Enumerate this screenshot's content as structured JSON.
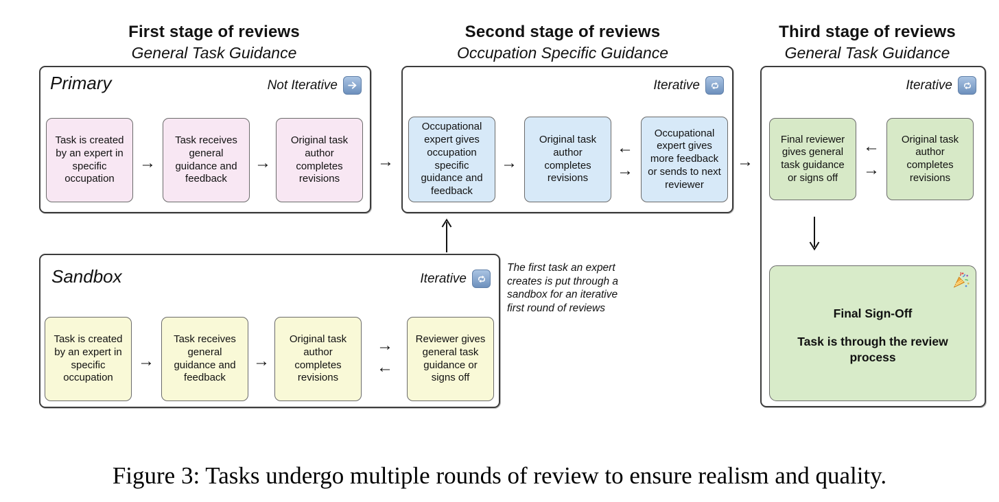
{
  "headers": [
    {
      "title": "First stage of reviews",
      "subtitle": "General Task Guidance"
    },
    {
      "title": "Second stage of reviews",
      "subtitle": "Occupation Specific Guidance"
    },
    {
      "title": "Third stage of reviews",
      "subtitle": "General Task Guidance"
    }
  ],
  "primary": {
    "label": "Primary",
    "mode_label": "Not Iterative",
    "mode_icon": "right-arrow-button",
    "nodes": [
      "Task is created by an expert in specific occupation",
      "Task receives general guidance and feedback",
      "Original task author completes revisions"
    ]
  },
  "second": {
    "mode_label": "Iterative",
    "mode_icon": "repeat-button",
    "nodes": [
      "Occupational expert gives occupation specific guidance and feedback",
      "Original task author completes revisions",
      "Occupational expert gives more feedback or sends to next reviewer"
    ]
  },
  "third": {
    "mode_label": "Iterative",
    "mode_icon": "repeat-button",
    "nodes": [
      "Final reviewer gives general task guidance or signs off",
      "Original task author completes revisions"
    ]
  },
  "sandbox": {
    "label": "Sandbox",
    "mode_label": "Iterative",
    "mode_icon": "repeat-button",
    "nodes": [
      "Task is created by an expert in specific occupation",
      "Task receives general guidance and feedback",
      "Original task author completes revisions",
      "Reviewer gives general task guidance or signs off"
    ]
  },
  "note": "The first task an expert creates is put through a sandbox for an iterative first round of reviews",
  "final_box": {
    "title": "Final Sign-Off",
    "body": "Task is through the review process",
    "emoji": "party-popper"
  },
  "caption": "Figure 3: Tasks undergo multiple rounds of review to ensure realism and quality.",
  "glyphs": {
    "arrow_right": "→",
    "arrow_left": "←"
  },
  "colors": {
    "node_pink": "#f8e7f3",
    "node_blue": "#d7e9f8",
    "node_green": "#d7e9c7",
    "node_yellow": "#f9f9d7",
    "final_green": "#d8ebc9",
    "container_border": "#3c3c3c",
    "node_border": "#6a6a6a",
    "icon_blue_top": "#aac4e3",
    "icon_blue_bottom": "#6d90bd"
  }
}
